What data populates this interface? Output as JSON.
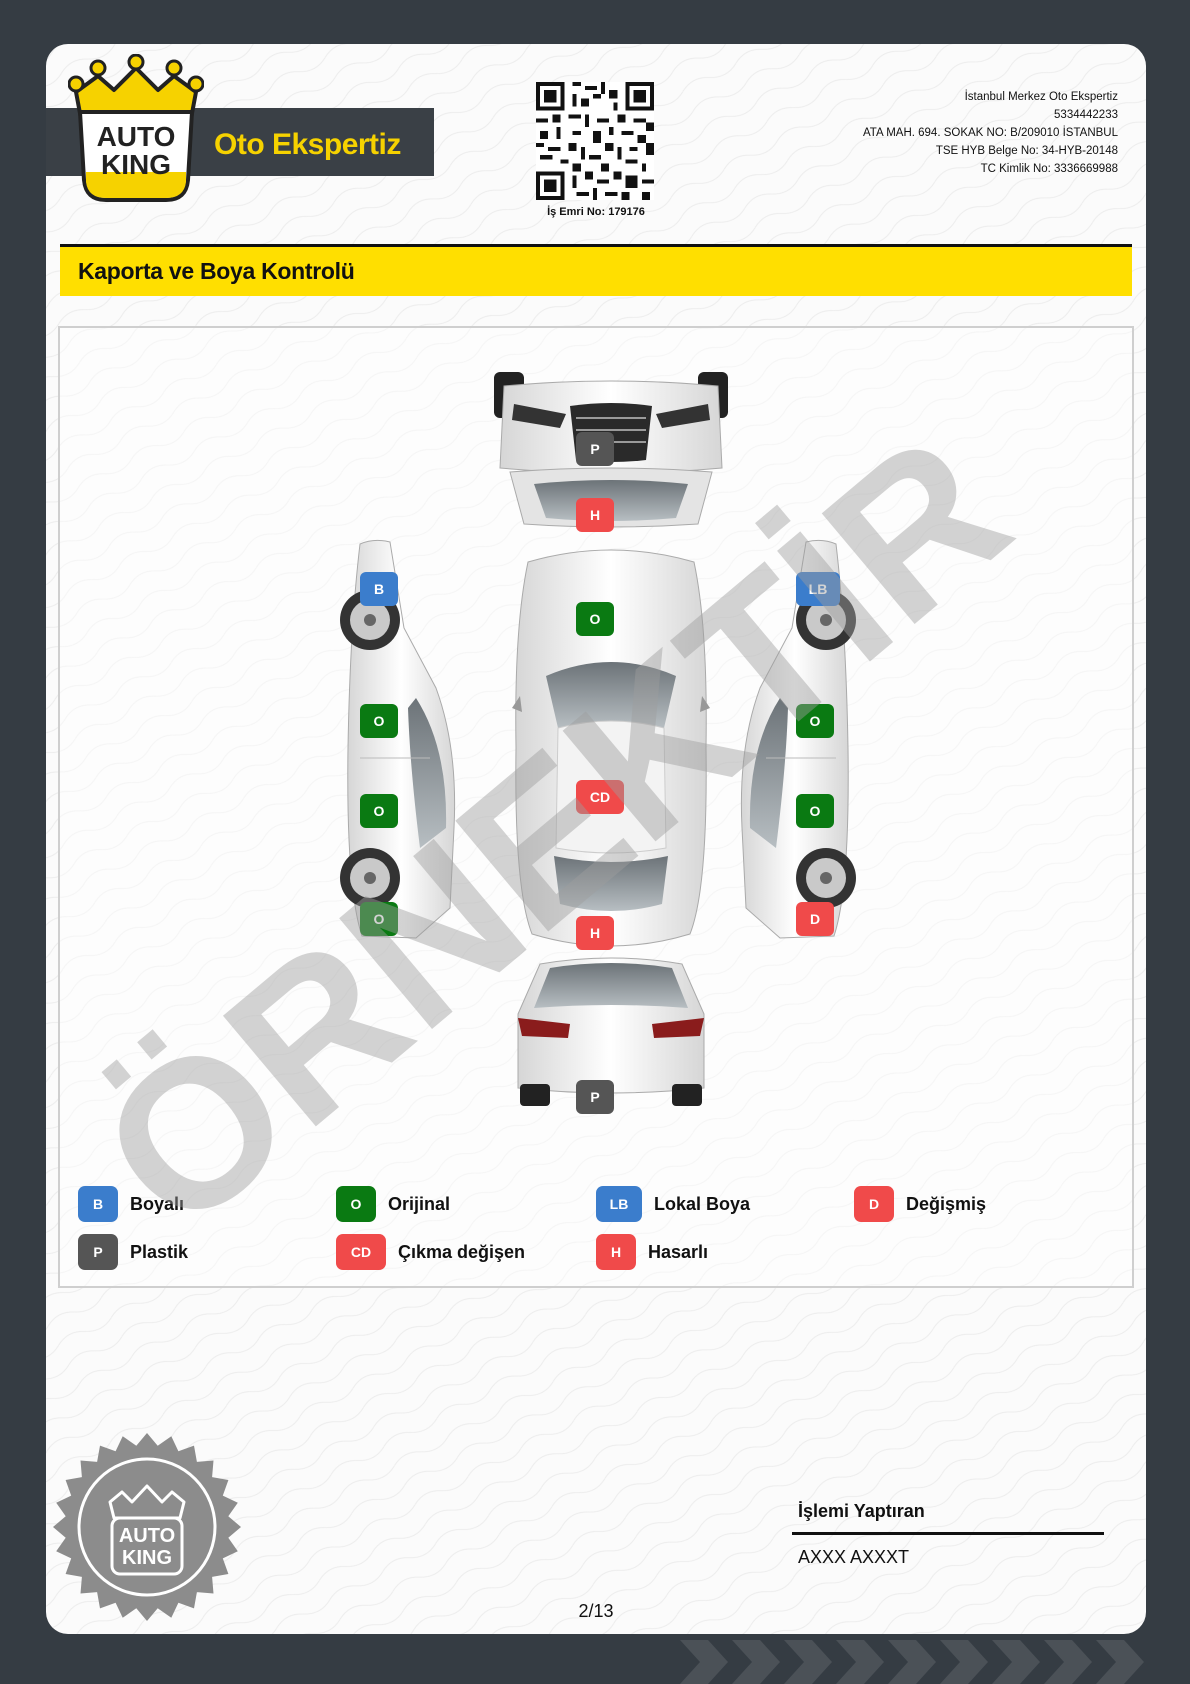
{
  "header": {
    "logo_alt": "AUTO KING",
    "brand_tagline": "Oto Ekspertiz",
    "work_order": "İş Emri No: 179176",
    "company": {
      "name": "İstanbul Merkez Oto Ekspertiz",
      "phone": "5334442233",
      "address": "ATA MAH. 694. SOKAK NO: B/209010 İSTANBUL",
      "tse": "TSE HYB Belge No: 34-HYB-20148",
      "tc": "TC Kimlik No: 3336669988"
    }
  },
  "section": {
    "title": "Kaporta ve Boya Kontrolü"
  },
  "watermark": "ÖRNEKTİR",
  "colors": {
    "accent": "#ffdf00",
    "dark": "#353c43",
    "boyali": "#3b7dcc",
    "orijinal": "#0a7a12",
    "lokal_boya": "#3b7dcc",
    "degismis": "#f04a4a",
    "plastik": "#555555",
    "cikma_degisen": "#f04a4a",
    "hasarli": "#f04a4a"
  },
  "markers": {
    "front_bumper": "P",
    "windshield": "H",
    "left_front_fender": "B",
    "left_front_door": "O",
    "left_rear_door": "O",
    "left_rear_fender": "O",
    "hood": "O",
    "roof": "CD",
    "trunk": "H",
    "right_front_fender": "LB",
    "right_front_door": "O",
    "right_rear_door": "O",
    "right_rear_fender": "D",
    "rear_bumper": "P"
  },
  "legend": [
    {
      "code": "B",
      "label": "Boyalı"
    },
    {
      "code": "O",
      "label": "Orijinal"
    },
    {
      "code": "LB",
      "label": "Lokal Boya"
    },
    {
      "code": "D",
      "label": "Değişmiş"
    },
    {
      "code": "P",
      "label": "Plastik"
    },
    {
      "code": "CD",
      "label": "Çıkma değişen"
    },
    {
      "code": "H",
      "label": "Hasarlı"
    }
  ],
  "footer": {
    "signer_label": "İşlemi Yaptıran",
    "signer_name": "AXXX AXXXT",
    "page_number": "2/13",
    "seal_alt": "AUTO KING"
  }
}
